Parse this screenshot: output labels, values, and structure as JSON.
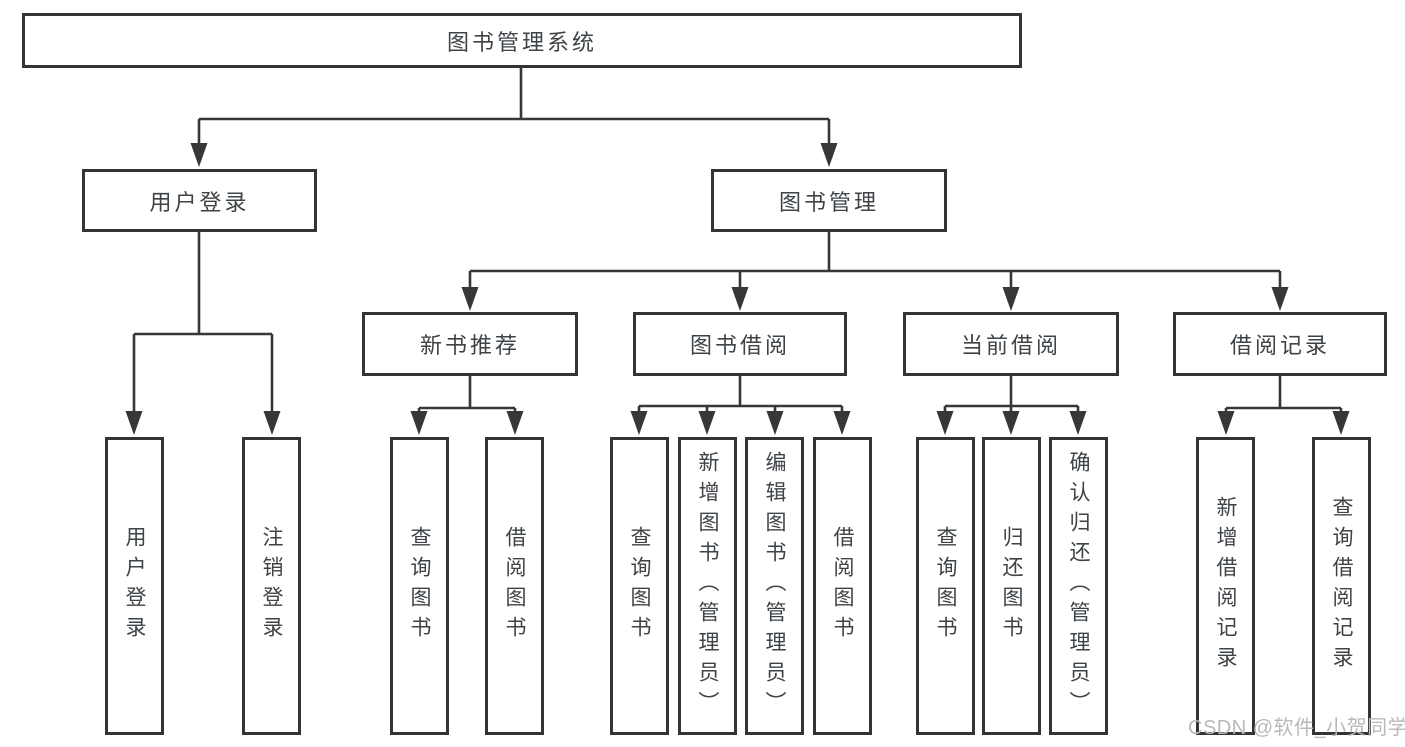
{
  "diagram": {
    "type": "hierarchy-tree",
    "colors": {
      "background": "#ffffff",
      "line": "#373737",
      "box_border": "#343434",
      "text": "#3e4347",
      "watermark_text": "#b9b9b9"
    }
  },
  "watermark": {
    "text": "CSDN @软件_小贺同学"
  },
  "tree": {
    "label": "图书管理系统",
    "children": [
      {
        "label": "用户登录",
        "children": [
          {
            "label": "用户登录"
          },
          {
            "label": "注销登录"
          }
        ]
      },
      {
        "label": "图书管理",
        "children": [
          {
            "label": "新书推荐",
            "children": [
              {
                "label": "查询图书"
              },
              {
                "label": "借阅图书"
              }
            ]
          },
          {
            "label": "图书借阅",
            "children": [
              {
                "label": "查询图书"
              },
              {
                "label": "新增图书（管理员）"
              },
              {
                "label": "编辑图书（管理员）"
              },
              {
                "label": "借阅图书"
              }
            ]
          },
          {
            "label": "当前借阅",
            "children": [
              {
                "label": "查询图书"
              },
              {
                "label": "归还图书"
              },
              {
                "label": "确认归还（管理员）"
              }
            ]
          },
          {
            "label": "借阅记录",
            "children": [
              {
                "label": "新增借阅记录"
              },
              {
                "label": "查询借阅记录"
              }
            ]
          }
        ]
      }
    ]
  }
}
